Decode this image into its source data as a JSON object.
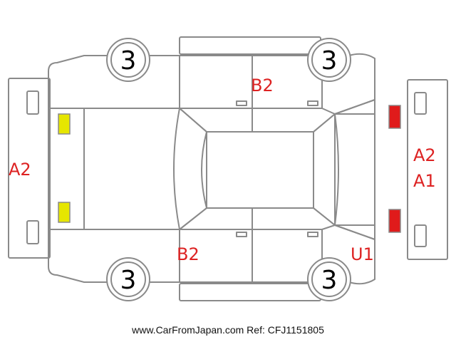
{
  "diagram": {
    "wheel_labels": {
      "front_left": "3",
      "front_right": "3",
      "rear_left": "3",
      "rear_right": "3"
    },
    "damage_labels": {
      "top_doors": "B2",
      "bottom_doors": "B2",
      "rear_bumper": "A2",
      "front_bumper_a2": "A2",
      "front_bumper_a1": "A1",
      "front_fender": "U1"
    },
    "colors": {
      "outline": "#8a8a8a",
      "damage_text": "#dd2222",
      "rear_lights": "#e6e600",
      "front_lights": "#e01b1b"
    }
  },
  "footer": {
    "text": "www.CarFromJapan.com Ref: CFJ1151805"
  }
}
